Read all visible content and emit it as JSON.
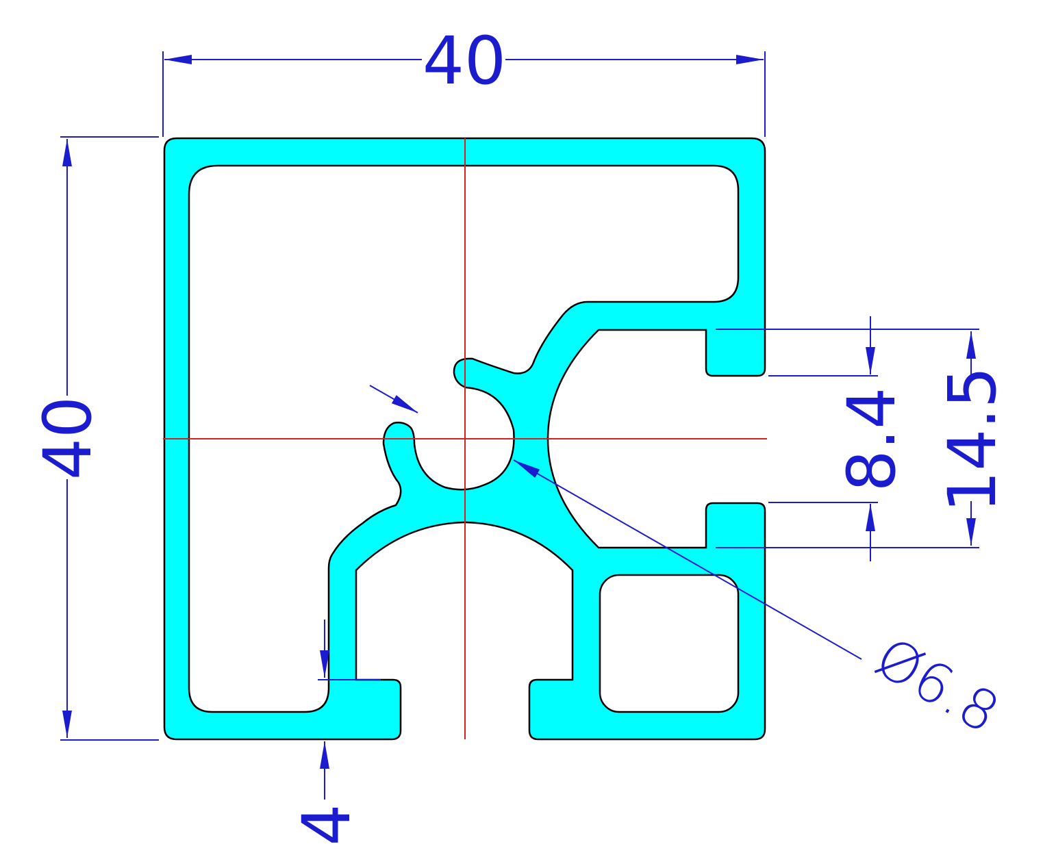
{
  "dimensions": {
    "overall_width": "40",
    "overall_height": "40",
    "slot_opening": "8.4",
    "slot_depth": "14.5",
    "bottom_lip": "4",
    "center_bore": "Ø6.8"
  },
  "colors": {
    "profile_fill": "#00ffff",
    "profile_edge": "#000000",
    "dimension": "#1c1ccf",
    "centerline": "#d42020"
  }
}
